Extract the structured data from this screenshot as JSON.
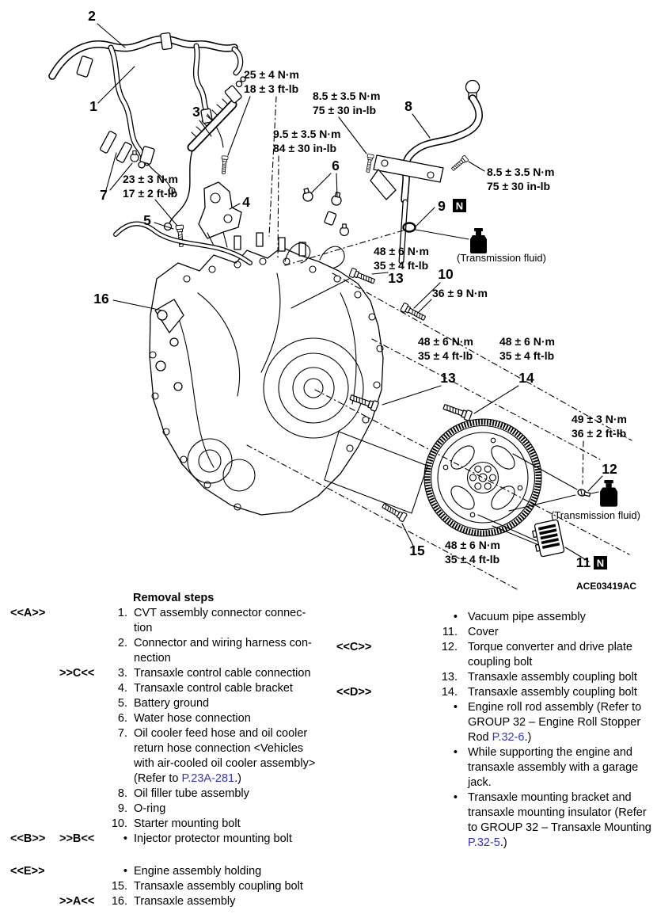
{
  "diagram": {
    "figure_code": "ACE03419AC",
    "fluid_note": "(Transmission fluid)",
    "n_badge": "N",
    "callouts": {
      "c1": "1",
      "c2": "2",
      "c3": "3",
      "c4": "4",
      "c5": "5",
      "c6": "6",
      "c7": "7",
      "c8": "8",
      "c9": "9",
      "c10": "10",
      "c11": "11",
      "c12": "12",
      "c13": "13",
      "c14": "14",
      "c15": "15",
      "c16": "16"
    },
    "torques": {
      "t25": {
        "metric": "25 ± 4 N·m",
        "imperial": "18 ± 3 ft-lb"
      },
      "t85": {
        "metric": "8.5 ± 3.5 N·m",
        "imperial": "75 ± 30 in-lb"
      },
      "t95": {
        "metric": "9.5 ± 3.5 N·m",
        "imperial": "84 ± 30 in-lb"
      },
      "t23": {
        "metric": "23 ± 3 N·m",
        "imperial": "17 ± 2 ft-lb"
      },
      "t48": {
        "metric": "48 ± 6 N·m",
        "imperial": "35 ± 4 ft-lb"
      },
      "t36": {
        "metric": "36 ± 9 N·m"
      },
      "t49": {
        "metric": "49 ± 3 N·m",
        "imperial": "36 ± 2 ft-lb"
      }
    }
  },
  "steps": {
    "title": "Removal steps",
    "left": [
      {
        "outer": "<<A>>",
        "inner": "",
        "num": "1.",
        "text": "CVT assembly connector connec-\ntion"
      },
      {
        "outer": "",
        "inner": "",
        "num": "2.",
        "text": "Connector and wiring harness con-\nnection"
      },
      {
        "outer": "",
        "inner": ">>C<<",
        "num": "3.",
        "text": "Transaxle control cable connection"
      },
      {
        "outer": "",
        "inner": "",
        "num": "4.",
        "text": "Transaxle control cable bracket"
      },
      {
        "outer": "",
        "inner": "",
        "num": "5.",
        "text": "Battery ground"
      },
      {
        "outer": "",
        "inner": "",
        "num": "6.",
        "text": "Water hose connection"
      },
      {
        "outer": "",
        "inner": "",
        "num": "7.",
        "text": "Oil cooler feed hose and oil cooler\nreturn hose connection <Vehicles\nwith air-cooled oil cooler assembly>\n(Refer to ",
        "link": "P.23A-281",
        "suffix": ".)"
      },
      {
        "outer": "",
        "inner": "",
        "num": "8.",
        "text": "Oil filler tube assembly"
      },
      {
        "outer": "",
        "inner": "",
        "num": "9.",
        "text": "O-ring"
      },
      {
        "outer": "",
        "inner": "",
        "num": "10.",
        "text": "Starter mounting bolt"
      },
      {
        "outer": "<<B>>",
        "inner": ">>B<<",
        "num": "•",
        "text": "Injector protector mounting bolt"
      },
      {
        "outer": "<<E>>",
        "inner": "",
        "num": "•",
        "text": "Engine assembly holding"
      },
      {
        "outer": "",
        "inner": "",
        "num": "15.",
        "text": "Transaxle assembly coupling bolt"
      },
      {
        "outer": "",
        "inner": ">>A<<",
        "num": "16.",
        "text": "Transaxle assembly"
      }
    ],
    "right": [
      {
        "outer": "",
        "num": "•",
        "text": "Vacuum pipe assembly"
      },
      {
        "outer": "",
        "num": "11.",
        "text": "Cover"
      },
      {
        "outer": "<<C>>",
        "num": "12.",
        "text": "Torque converter and drive plate\ncoupling bolt"
      },
      {
        "outer": "",
        "num": "13.",
        "text": "Transaxle assembly coupling bolt"
      },
      {
        "outer": "<<D>>",
        "num": "14.",
        "text": "Transaxle assembly coupling bolt"
      },
      {
        "outer": "",
        "num": "•",
        "text": "Engine roll rod assembly (Refer to\nGROUP 32 – Engine Roll Stopper\nRod ",
        "link": "P.32-6",
        "suffix": ".)"
      },
      {
        "outer": "",
        "num": "•",
        "text": "While supporting the engine and\ntransaxle assembly with a garage\njack."
      },
      {
        "outer": "",
        "num": "•",
        "text": "Transaxle mounting bracket and\ntransaxle mounting insulator (Refer\nto GROUP 32 – Transaxle Mounting\n",
        "link": "P.32-5",
        "suffix": ".)"
      }
    ]
  }
}
